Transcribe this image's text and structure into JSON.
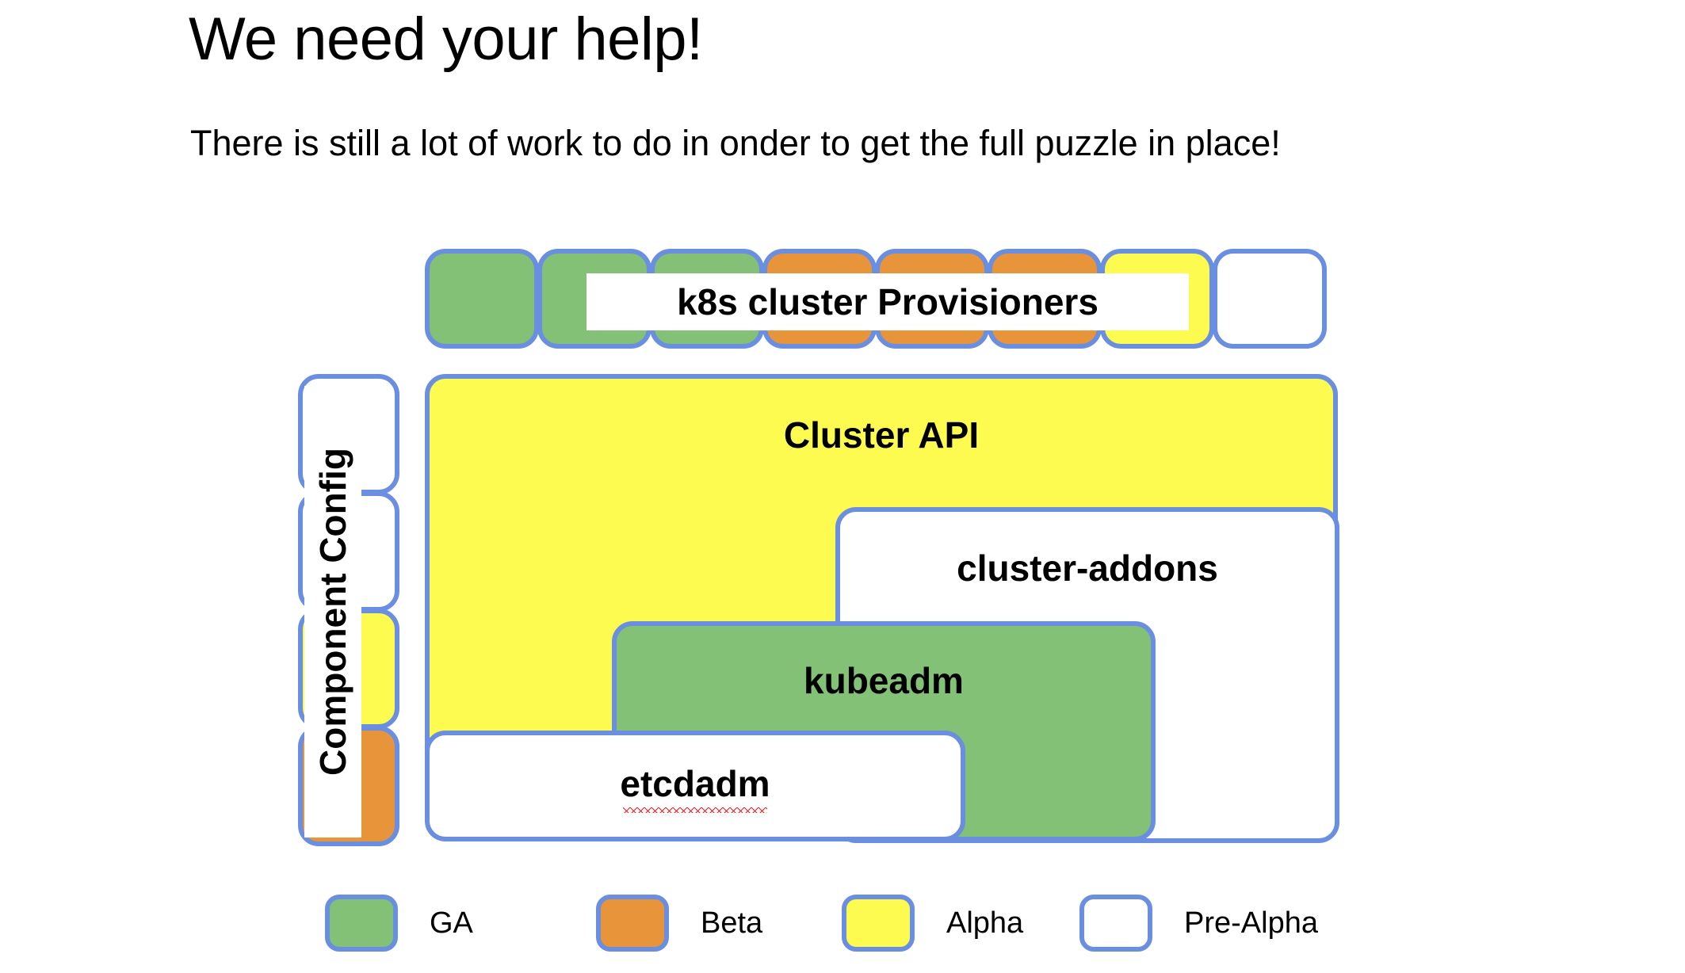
{
  "slide": {
    "title": "We need your help!",
    "subtitle": "There is still a lot of work to do in onder to get the full puzzle in place!"
  },
  "diagram": {
    "provisioners": {
      "label": "k8s cluster Provisioners",
      "boxes": [
        {
          "name": "provisioner-1",
          "status": "GA",
          "color": "#82c176"
        },
        {
          "name": "provisioner-2",
          "status": "GA",
          "color": "#82c176"
        },
        {
          "name": "provisioner-3",
          "status": "GA",
          "color": "#82c176"
        },
        {
          "name": "provisioner-4",
          "status": "Beta",
          "color": "#e8943a"
        },
        {
          "name": "provisioner-5",
          "status": "Beta",
          "color": "#e8943a"
        },
        {
          "name": "provisioner-6",
          "status": "Beta",
          "color": "#e8943a"
        },
        {
          "name": "provisioner-7",
          "status": "Alpha",
          "color": "#fdfb4f"
        },
        {
          "name": "provisioner-8",
          "status": "Pre-Alpha",
          "color": "#ffffff"
        }
      ]
    },
    "component_config": {
      "label": "Component Config",
      "boxes": [
        {
          "name": "component-config-1",
          "status": "Pre-Alpha",
          "color": "#ffffff"
        },
        {
          "name": "component-config-2",
          "status": "Pre-Alpha",
          "color": "#ffffff"
        },
        {
          "name": "component-config-3",
          "status": "Alpha",
          "color": "#fdfb4f"
        },
        {
          "name": "component-config-4",
          "status": "Beta",
          "color": "#e8943a"
        }
      ]
    },
    "components": [
      {
        "key": "cluster-api",
        "label": "Cluster API",
        "status": "Alpha",
        "color": "#fdfb4f",
        "misspelled": false
      },
      {
        "key": "cluster-addons",
        "label": "cluster-addons",
        "status": "Pre-Alpha",
        "color": "#ffffff",
        "misspelled": false
      },
      {
        "key": "kubeadm",
        "label": "kubeadm",
        "status": "GA",
        "color": "#82c176",
        "misspelled": false
      },
      {
        "key": "etcdadm",
        "label": "etcdadm",
        "status": "Pre-Alpha",
        "color": "#ffffff",
        "misspelled": true
      }
    ]
  },
  "legend": {
    "items": [
      {
        "label": "GA",
        "color": "#82c176"
      },
      {
        "label": "Beta",
        "color": "#e8943a"
      },
      {
        "label": "Alpha",
        "color": "#fdfb4f"
      },
      {
        "label": "Pre-Alpha",
        "color": "#ffffff"
      }
    ]
  },
  "theme": {
    "border": "#6a8fe0",
    "text": "#000000",
    "background": "#ffffff",
    "spellcheck_underline": "#e02020"
  }
}
